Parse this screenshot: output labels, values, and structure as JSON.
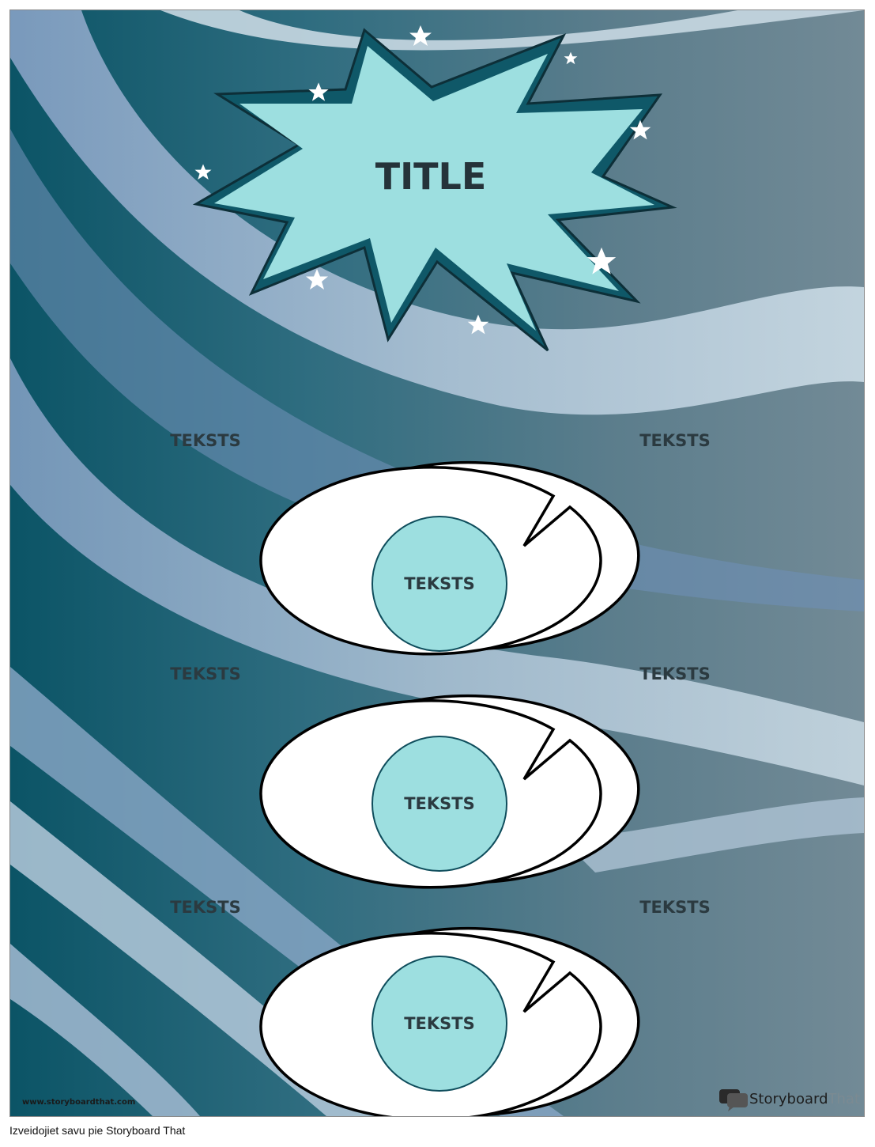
{
  "worksheet": {
    "title": "TITLE",
    "speech_bubbles": [
      {
        "text": "TEKSTS"
      },
      {
        "text": "TEKSTS"
      },
      {
        "text": "TEKSTS"
      },
      {
        "text": "TEKSTS"
      },
      {
        "text": "TEKSTS"
      },
      {
        "text": "TEKSTS"
      }
    ],
    "center_circles": [
      {
        "text": "TEKSTS"
      },
      {
        "text": "TEKSTS"
      },
      {
        "text": "TEKSTS"
      }
    ],
    "footer_url": "www.storyboardthat.com",
    "brand": {
      "word_dark": "Storyboard",
      "word_light": "That"
    },
    "colors": {
      "background_dark": "#0b5466",
      "background_mid": "#6f8795",
      "band_light": "#b9cfdd",
      "burst_fill": "#9ddfe0",
      "burst_outline": "#0f5868",
      "circle_fill": "#9ddfe0",
      "bubble_fill": "#ffffff"
    }
  },
  "caption": "Izveidojiet savu pie Storyboard That"
}
